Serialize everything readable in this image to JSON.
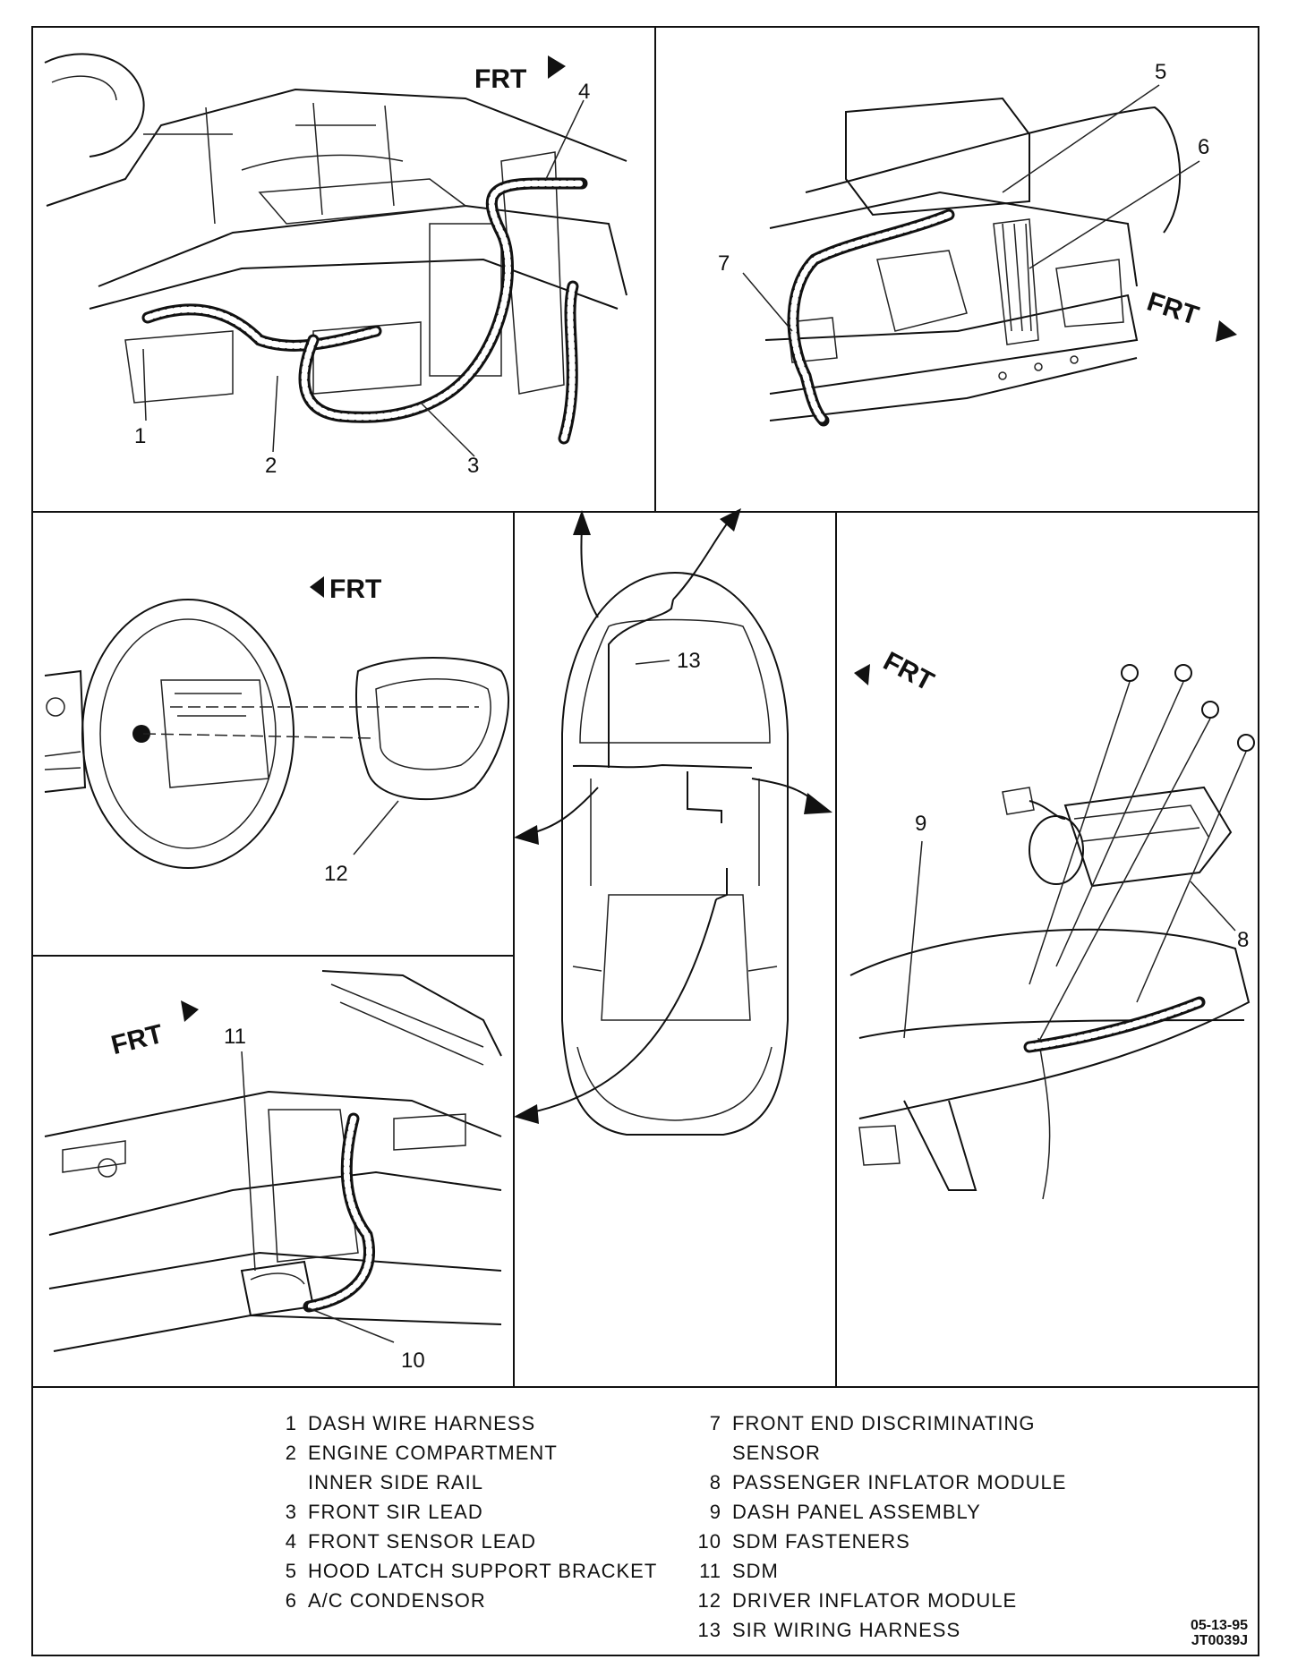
{
  "frt_label": "FRT",
  "callouts": [
    "1",
    "2",
    "3",
    "4",
    "5",
    "6",
    "7",
    "8",
    "9",
    "10",
    "11",
    "12",
    "13"
  ],
  "legend": [
    {
      "num": "1",
      "text": "DASH WIRE HARNESS"
    },
    {
      "num": "2",
      "text": "ENGINE COMPARTMENT"
    },
    {
      "num": "",
      "text": "INNER SIDE RAIL"
    },
    {
      "num": "3",
      "text": "FRONT SIR LEAD"
    },
    {
      "num": "4",
      "text": "FRONT SENSOR LEAD"
    },
    {
      "num": "5",
      "text": "HOOD LATCH SUPPORT BRACKET"
    },
    {
      "num": "6",
      "text": "A/C CONDENSOR"
    },
    {
      "num": "7",
      "text": "FRONT END DISCRIMINATING"
    },
    {
      "num": "",
      "text": "SENSOR"
    },
    {
      "num": "8",
      "text": "PASSENGER INFLATOR MODULE"
    },
    {
      "num": "9",
      "text": "DASH PANEL ASSEMBLY"
    },
    {
      "num": "10",
      "text": "SDM FASTENERS"
    },
    {
      "num": "11",
      "text": "SDM"
    },
    {
      "num": "12",
      "text": "DRIVER INFLATOR MODULE"
    },
    {
      "num": "13",
      "text": "SIR WIRING HARNESS"
    }
  ],
  "doc_date": "05-13-95",
  "doc_code": "JT0039J"
}
